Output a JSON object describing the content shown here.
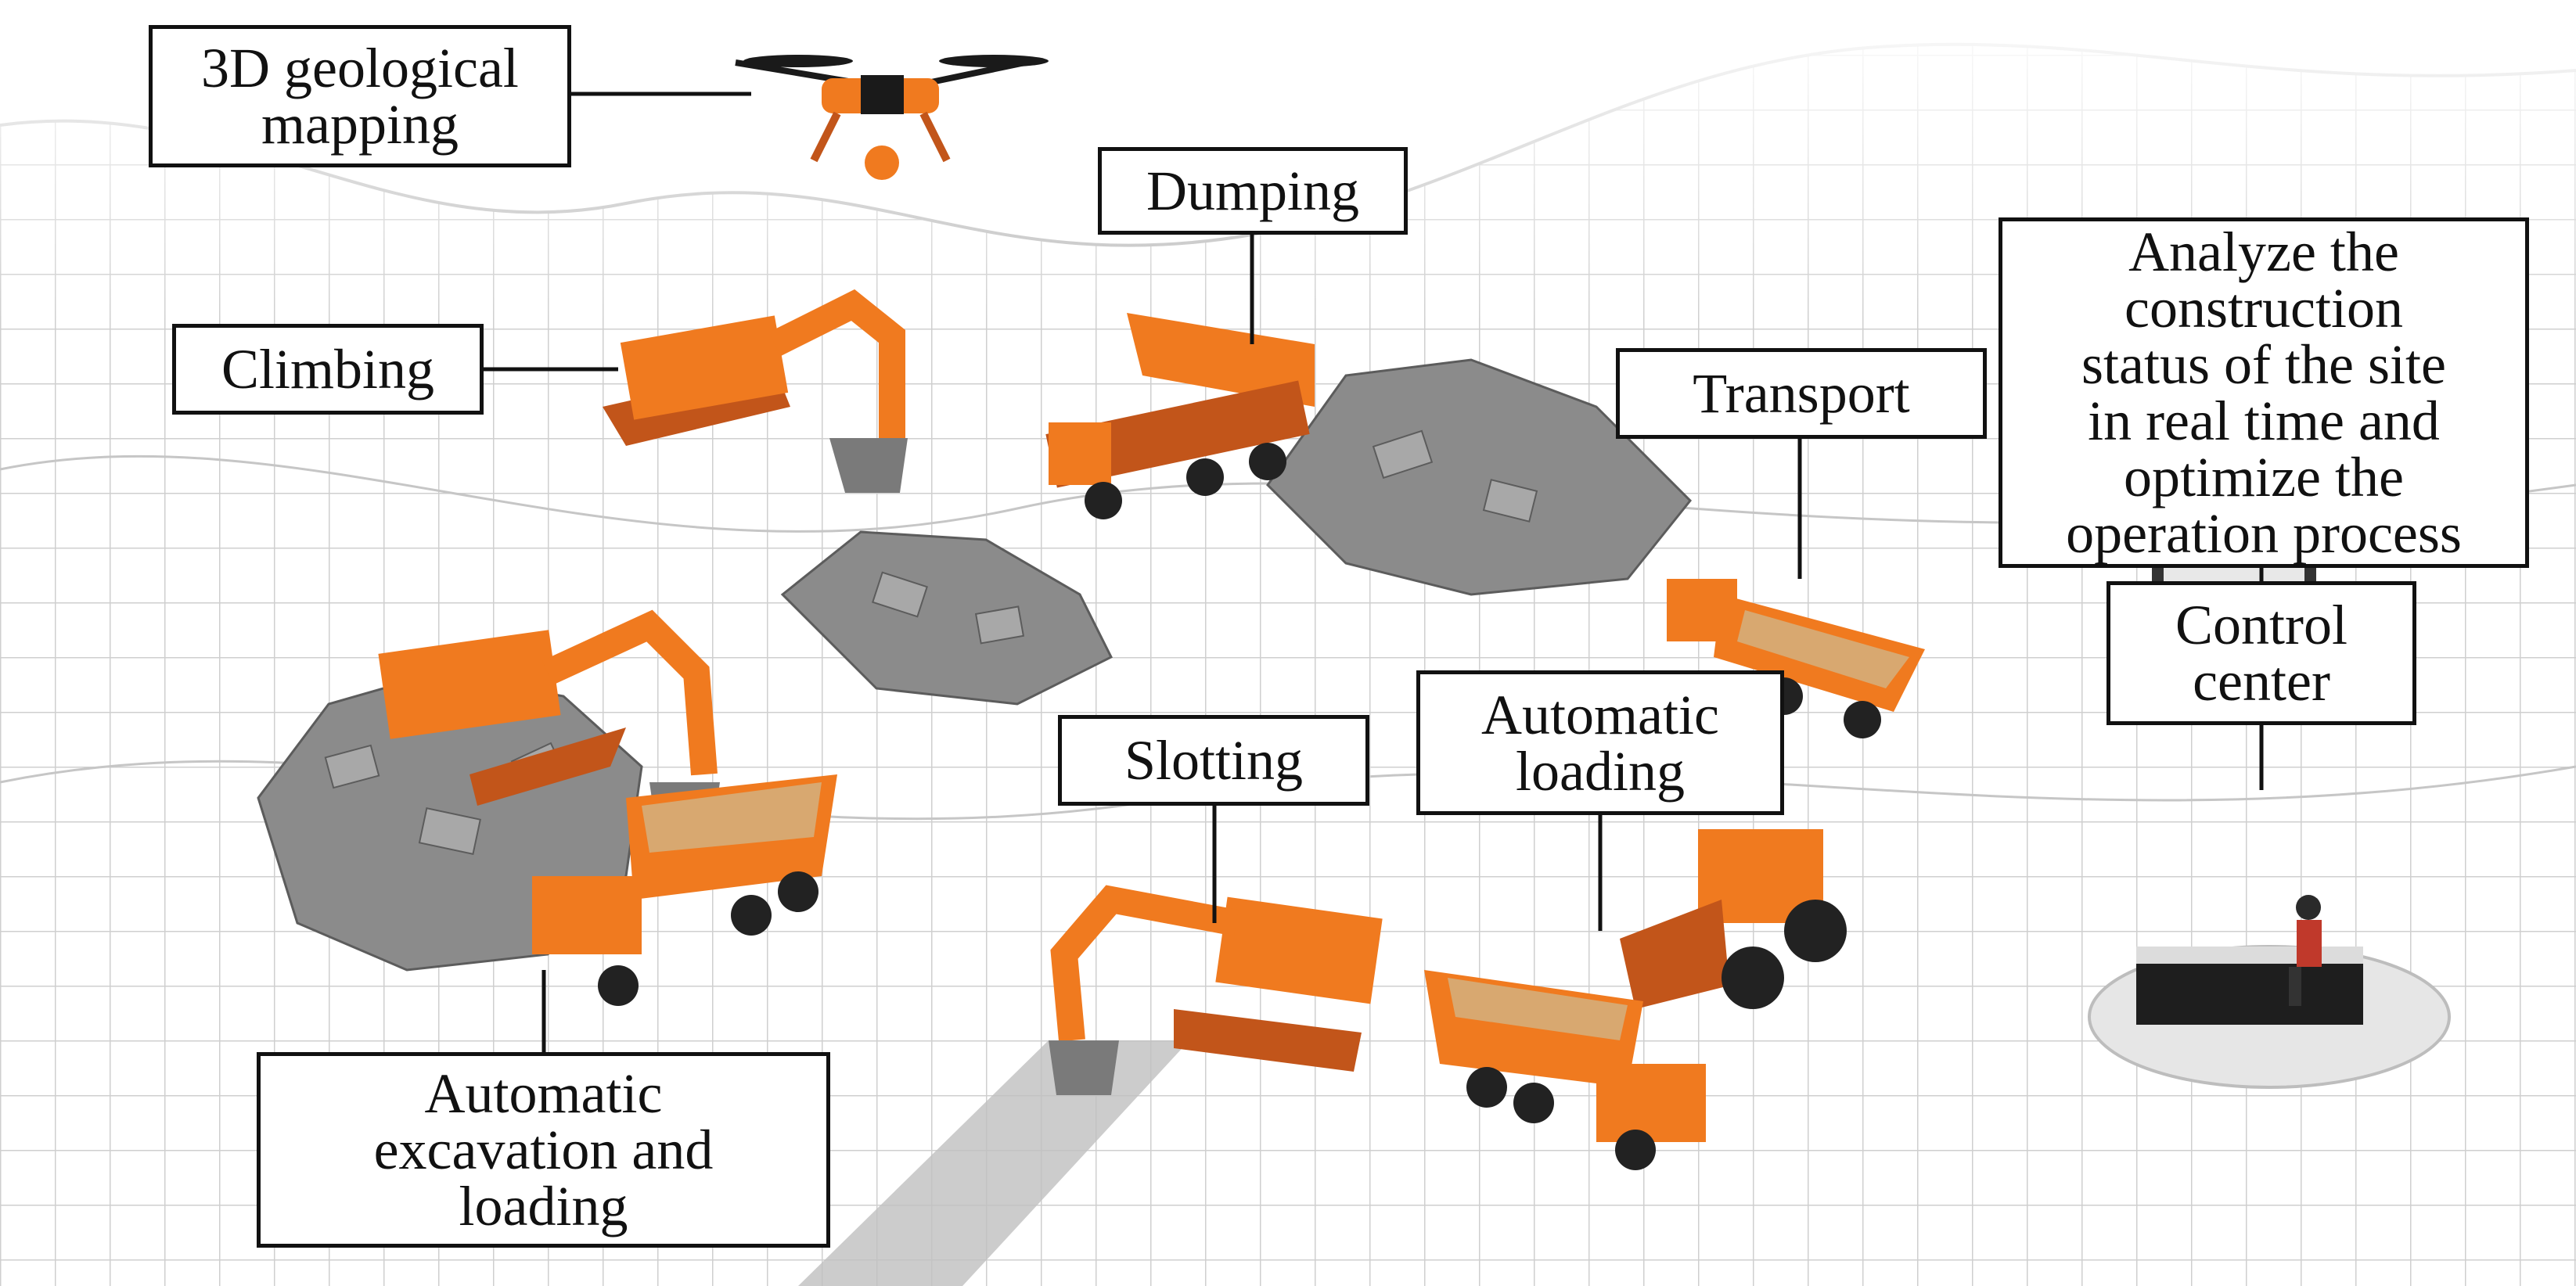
{
  "labels": {
    "geological_mapping": "3D geological\nmapping",
    "dumping": "Dumping",
    "climbing": "Climbing",
    "transport": "Transport",
    "analyze": "Analyze the\nconstruction\nstatus of the site\nin real time and\noptimize the\noperation process",
    "control_center": "Control\ncenter",
    "slotting": "Slotting",
    "automatic_loading": "Automatic\nloading",
    "automatic_excavation": "Automatic\nexcavation and\nloading"
  },
  "colors": {
    "machine_orange": "#f07a1f",
    "machine_dark": "#c2551a",
    "rock_gray": "#8b8b8b",
    "grid_line": "#cfcfcf",
    "label_border": "#111111"
  },
  "icons": [
    "drone-icon",
    "excavator-icon",
    "dump-truck-icon",
    "wheel-loader-icon",
    "rock-pile-icon",
    "control-station-icon",
    "operator-icon"
  ]
}
